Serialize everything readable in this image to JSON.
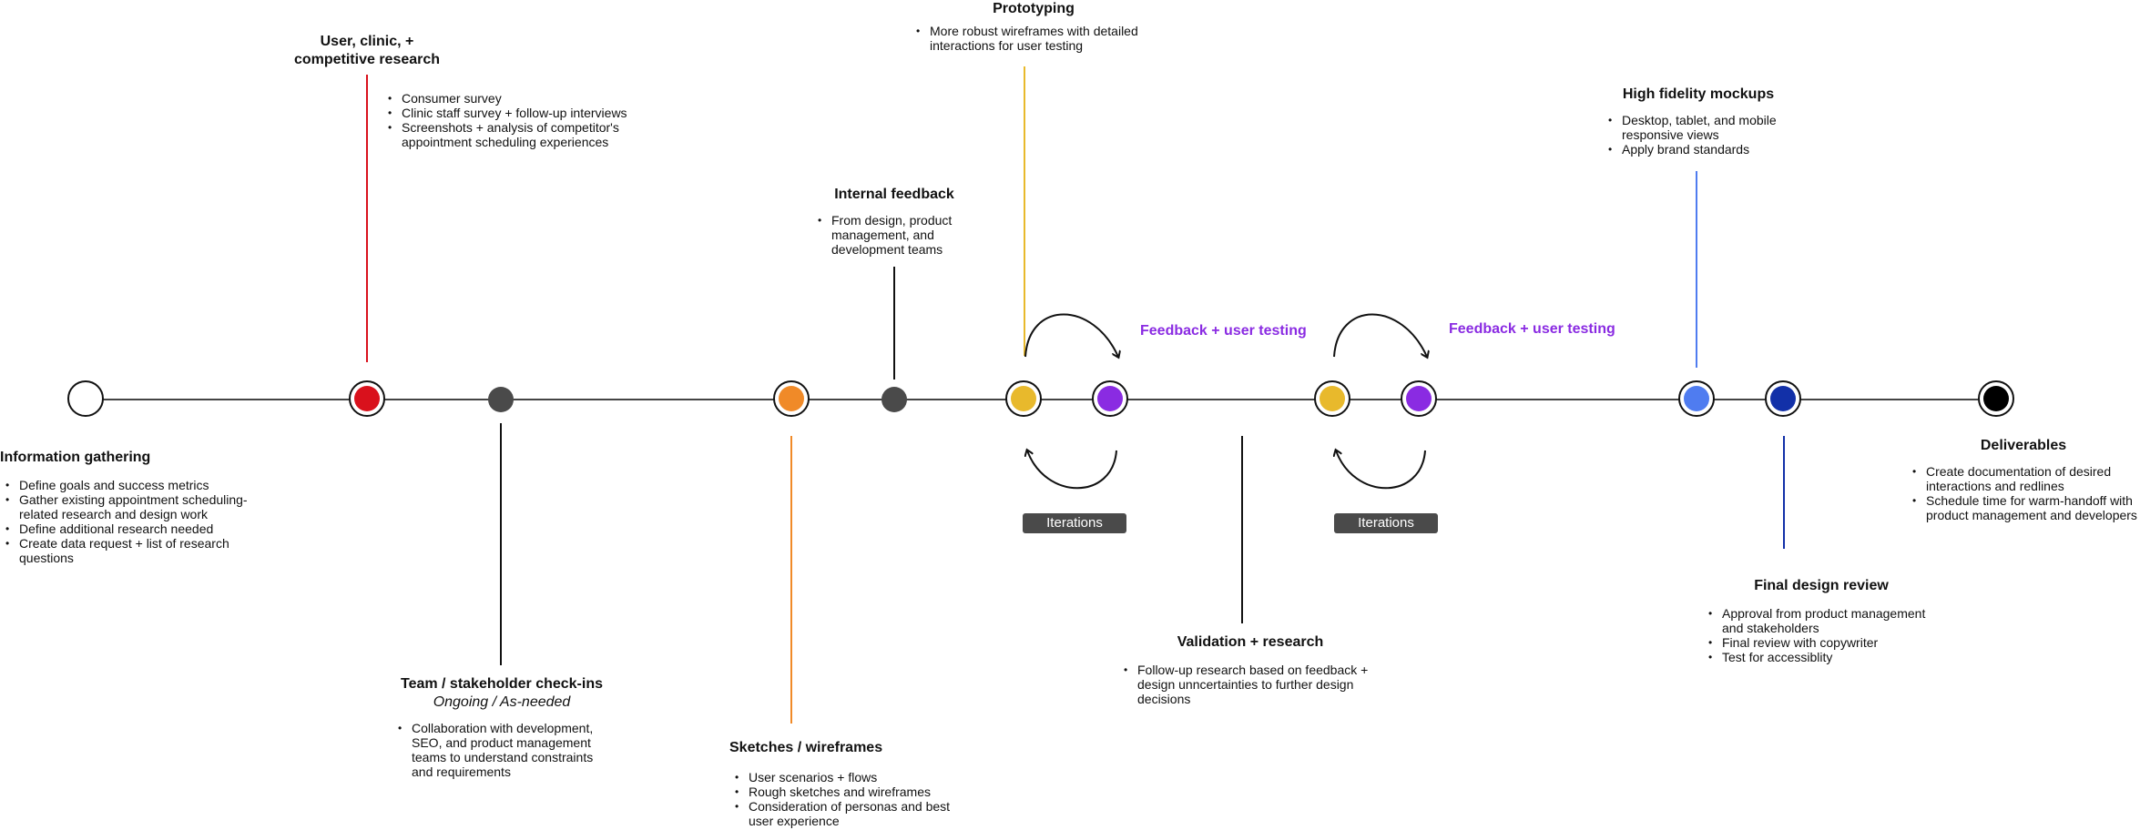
{
  "colors": {
    "red": "#d9111c",
    "orange": "#f08a28",
    "yellow": "#e8b92c",
    "purple": "#8a2be2",
    "blue": "#4f7cf0",
    "navy": "#1230a8",
    "gray": "#4a4a4a",
    "black": "#000000"
  },
  "stages": {
    "info": {
      "title": "Information gathering",
      "bullets": [
        "Define goals and success metrics",
        "Gather existing appointment scheduling-related research and design work",
        "Define additional research needed",
        "Create data request + list of research questions"
      ]
    },
    "research": {
      "title": "User, clinic, +\ncompetitive research",
      "bullets": [
        "Consumer survey",
        "Clinic staff survey + follow-up interviews",
        "Screenshots + analysis of competitor's appointment scheduling experiences"
      ]
    },
    "team": {
      "title": "Team / stakeholder check-ins",
      "subtitle": "Ongoing / As-needed",
      "bullets": [
        "Collaboration with development, SEO, and product management teams to understand constraints and requirements"
      ]
    },
    "sketches": {
      "title": "Sketches / wireframes",
      "bullets": [
        "User scenarios + flows",
        "Rough sketches and wireframes",
        "Consideration of personas and best user experience"
      ]
    },
    "internal": {
      "title": "Internal feedback",
      "bullets": [
        "From design, product management, and development teams"
      ]
    },
    "prototyping": {
      "title": "Prototyping",
      "bullets": [
        "More robust wireframes with detailed interactions for user testing"
      ]
    },
    "validation": {
      "title": "Validation + research",
      "bullets": [
        "Follow-up research based on feedback + design unncertainties to further design decisions"
      ]
    },
    "hifi": {
      "title": "High fidelity mockups",
      "bullets": [
        "Desktop, tablet, and mobile responsive views",
        "Apply brand standards"
      ]
    },
    "final": {
      "title": "Final design review",
      "bullets": [
        "Approval from product management and stakeholders",
        "Final review with copywriter",
        "Test for accessiblity"
      ]
    },
    "deliverables": {
      "title": "Deliverables",
      "bullets": [
        "Create documentation of desired interactions and redlines",
        "Schedule time for warm-handoff with product management and developers"
      ]
    }
  },
  "loops": [
    {
      "feedback_label": "Feedback + user testing",
      "iterations_label": "Iterations"
    },
    {
      "feedback_label": "Feedback + user testing",
      "iterations_label": "Iterations"
    }
  ]
}
